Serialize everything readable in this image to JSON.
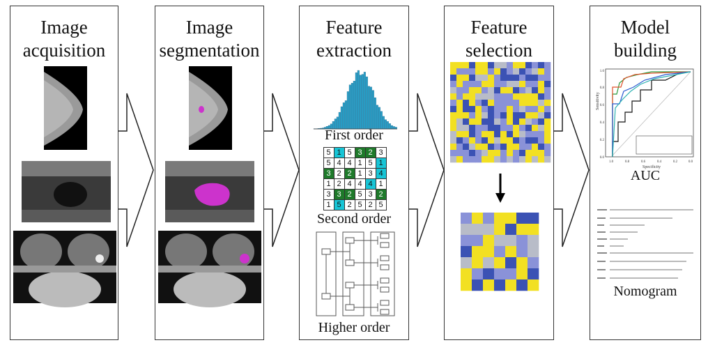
{
  "panels": [
    {
      "title": "Image\nacquisition"
    },
    {
      "title": "Image\nsegmentation"
    },
    {
      "title": "Feature\nextraction",
      "captions": [
        "First order",
        "Second order",
        "Higher order"
      ]
    },
    {
      "title": "Feature\nselection"
    },
    {
      "title": "Model\nbuilding",
      "captions": [
        "AUC",
        "Nomogram"
      ]
    }
  ],
  "glcm_matrix": [
    [
      "5",
      "1",
      "5",
      "3",
      "2",
      "3"
    ],
    [
      "5",
      "4",
      "4",
      "1",
      "5",
      "1"
    ],
    [
      "3",
      "2",
      "2",
      "1",
      "3",
      "4"
    ],
    [
      "1",
      "2",
      "4",
      "4",
      "4",
      "1"
    ],
    [
      "3",
      "3",
      "2",
      "5",
      "3",
      "2"
    ],
    [
      "1",
      "5",
      "2",
      "5",
      "2",
      "5"
    ]
  ],
  "roc_chart": {
    "x_ticks": [
      "1.0",
      "0.8",
      "0.6",
      "0.4",
      "0.2",
      "0.0"
    ],
    "y_ticks": [
      "0.0",
      "0.2",
      "0.4",
      "0.6",
      "0.8",
      "1.0"
    ],
    "xlabel": "Specificity",
    "ylabel": "Sensitivity"
  },
  "colors": {
    "yellow": "#f2e022",
    "blue": "#3b52b4",
    "lavender": "#8a92d8",
    "grey": "#b8bcc8",
    "teal": "#17c5d6",
    "green": "#1e7a2a",
    "histogram": "#2aa0c8",
    "magenta": "#cc33cc"
  }
}
